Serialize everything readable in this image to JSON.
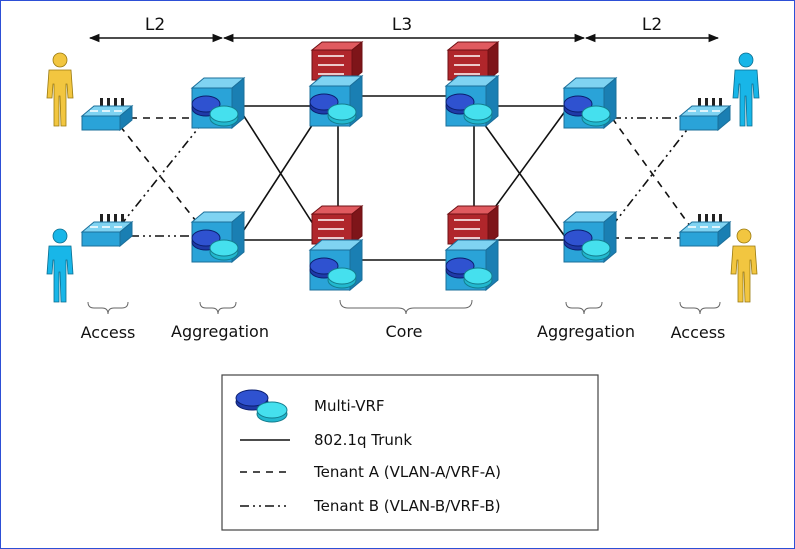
{
  "layer_labels": {
    "left": "L2",
    "middle": "L3",
    "right": "L2"
  },
  "tiers": {
    "access_left": "Access",
    "aggregation_left": "Aggregation",
    "core": "Core",
    "aggregation_right": "Aggregation",
    "access_right": "Access"
  },
  "legend": {
    "multi_vrf": "Multi-VRF",
    "trunk": "802.1q Trunk",
    "tenant_a": "Tenant A (VLAN-A/VRF-A)",
    "tenant_b": "Tenant B (VLAN-B/VRF-B)"
  },
  "colors": {
    "frame": "#2d4fd6",
    "tenant_a_user": "#f2c640",
    "tenant_b_user": "#18b6e8",
    "switch": "#2aa3d8",
    "firewall": "#b0262b",
    "vrf_dark": "#1f3aa8",
    "vrf_light": "#33d6e8"
  }
}
